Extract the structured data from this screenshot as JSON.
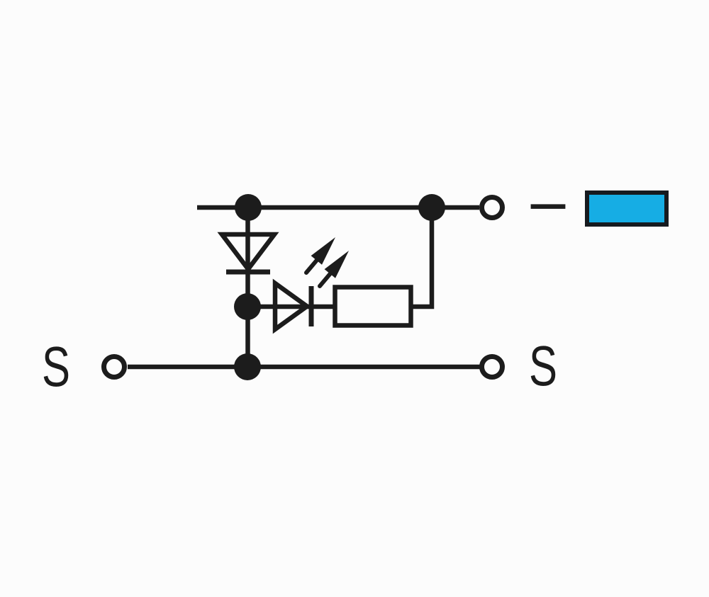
{
  "diagram": {
    "labels": {
      "left_terminal": "S",
      "right_terminal": "S",
      "minus_terminal": "−"
    },
    "symbols": [
      {
        "name": "diode-icon"
      },
      {
        "name": "led-icon"
      },
      {
        "name": "resistor-icon"
      },
      {
        "name": "blue-terminal-marker"
      }
    ],
    "colors": {
      "background": "#fcfcfc",
      "line": "#1c1c1c",
      "marker_fill": "#16ade4",
      "marker_border": "#161a1f"
    }
  }
}
